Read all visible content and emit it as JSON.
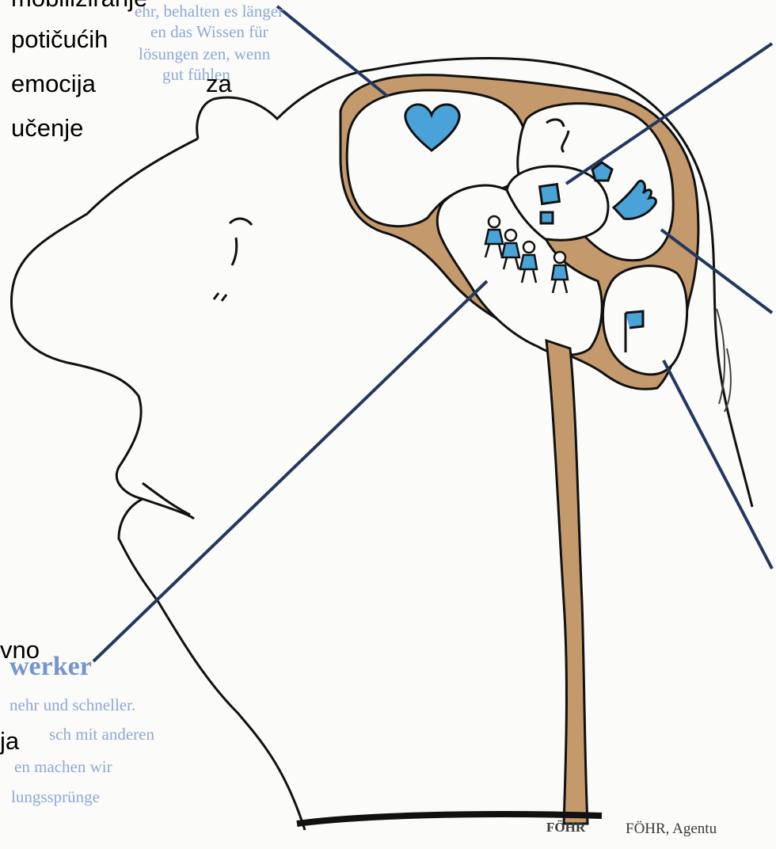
{
  "german_text": {
    "top_line1": "ehr, behalten es länger",
    "top_line2": "en das Wissen für",
    "top_line3": "lösungen    zen, wenn",
    "top_line4": "gut fühlen",
    "networker_heading": "werker",
    "bottom_line1": "nehr und schneller.",
    "bottom_line2": "sch mit anderen",
    "bottom_line3": "en  machen wir",
    "bottom_line4": "lungssprünge"
  },
  "croatian_text": {
    "top_line0": "mobiliziranje",
    "top_line1": "potičućih",
    "top_line2": "emocija",
    "top_line2b": "za",
    "top_line3": "učenje",
    "bottom_line1": "vno",
    "bottom_line2": "ja"
  },
  "signature": "FÖHR",
  "credit": "FÖHR, Agentu",
  "colors": {
    "ink": "#111111",
    "brain_fill": "#c49a6c",
    "icon_blue": "#4aa3d8",
    "leader_line": "#23385f",
    "german_text": "#8ea9d4"
  }
}
